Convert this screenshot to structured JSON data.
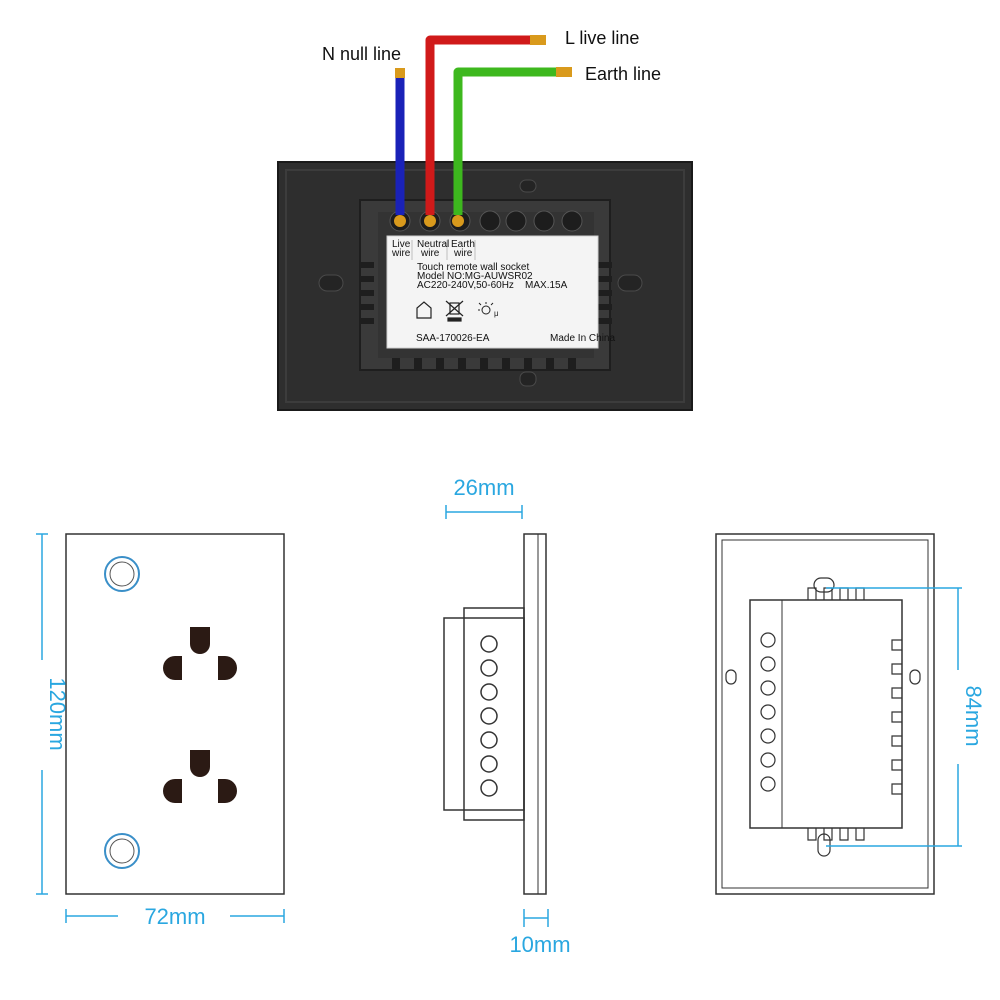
{
  "wiring": {
    "n_label": "N null line",
    "l_label": "L live line",
    "e_label": "Earth line",
    "wire_colors": {
      "neutral": "#1a22b8",
      "live": "#d01a1a",
      "earth": "#3db81e",
      "copper": "#d99a1c"
    }
  },
  "product_label": {
    "col_live": [
      "Live",
      "wire"
    ],
    "col_neutral": [
      "Neutral",
      "wire"
    ],
    "col_earth": [
      "Earth",
      "wire"
    ],
    "line1": "Touch remote wall socket",
    "line2": "Model NO:MG-AUWSR02",
    "line3": "AC220-240V,50-60Hz    MAX.15A",
    "cert": "SAA-170026-EA",
    "made_in": "Made In China",
    "icons": [
      "house-icon",
      "crossed-bin-icon",
      "sun-micro-icon"
    ]
  },
  "dimensions": {
    "height": "120mm",
    "width": "72mm",
    "depth": "26mm",
    "panel_thickness": "10mm",
    "mount_spacing": "84mm"
  },
  "colors": {
    "dimension": "#2aa7e0",
    "outline": "#333333",
    "plate": "#2b2b2b"
  }
}
